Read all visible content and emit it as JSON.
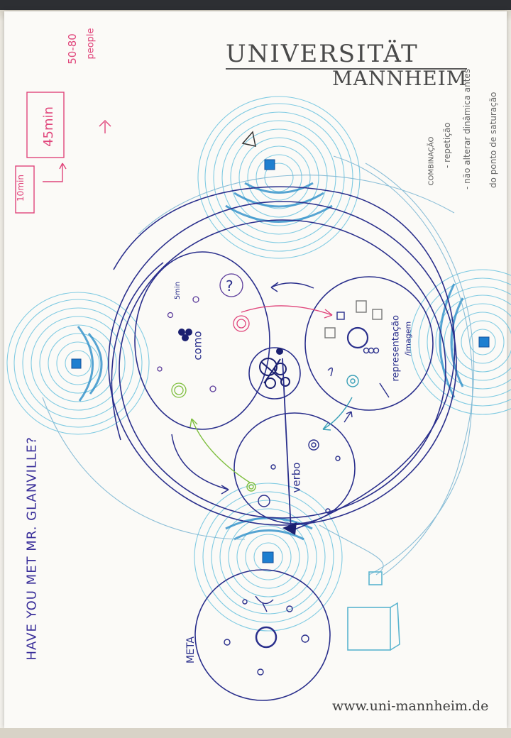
{
  "logo": {
    "line1": "UNIVERSITÄT",
    "line2": "MANNHEIM"
  },
  "footer": {
    "url": "www.uni-mannheim.de"
  },
  "handwriting": {
    "question": "HAVE YOU MET MR. GLANVILLE?",
    "meta": "META",
    "combinacao_title": "COMBINAÇÃO",
    "combinacao_item1": "- repetição",
    "combinacao_item2": "- não alterar dinâmica antes",
    "combinacao_item3": "do ponto de saturação",
    "pink_10min": "10min",
    "pink_45min": "45min",
    "pink_people_1": "50-80",
    "pink_people_2": "people",
    "como": "como",
    "five_min": "5min",
    "verbo": "verbo",
    "representacao": "representação",
    "imagem": "/imagem"
  },
  "colors": {
    "light_blue": "#5bbbd8",
    "mid_blue": "#2e8fc9",
    "navy": "#2a2f8c",
    "purple": "#5a3a9a",
    "pink": "#e0457b",
    "green": "#7fbf3f",
    "paper": "#fbfaf7"
  }
}
